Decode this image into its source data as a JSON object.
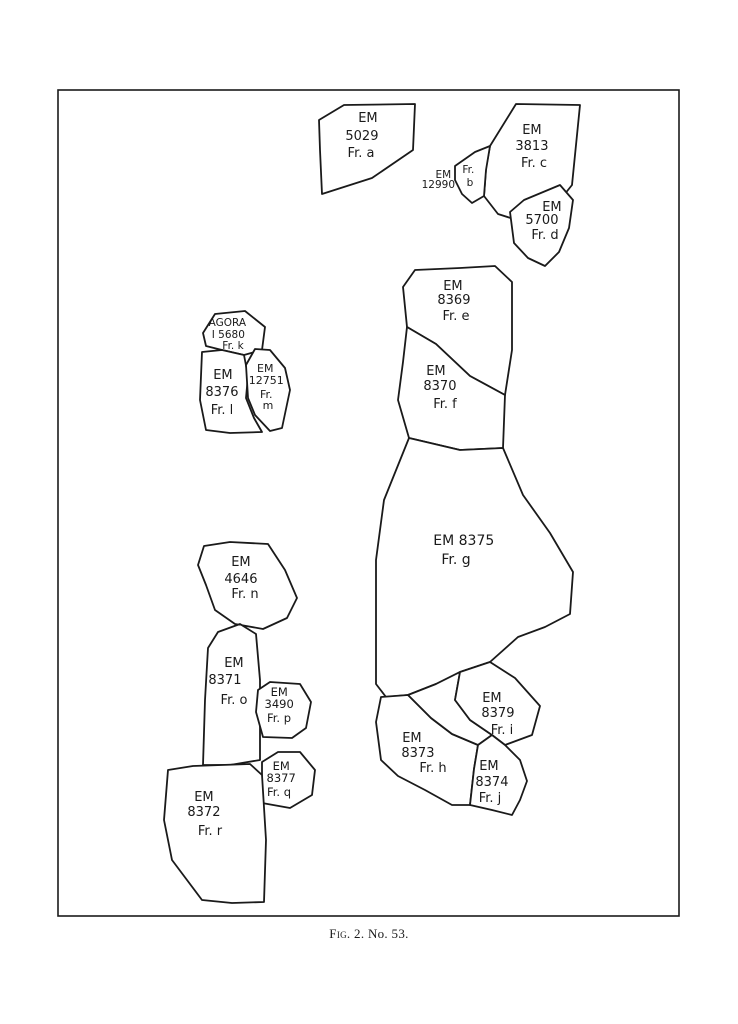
{
  "fragments": [
    {
      "id": "a",
      "lines": [
        "EM",
        "5029",
        "Fr. a"
      ]
    },
    {
      "id": "b",
      "lines": [
        "EM",
        "12990",
        "Fr.",
        "b"
      ]
    },
    {
      "id": "c",
      "lines": [
        "EM",
        "3813",
        "Fr. c"
      ]
    },
    {
      "id": "d",
      "lines": [
        "EM",
        "5700",
        "Fr. d"
      ]
    },
    {
      "id": "e",
      "lines": [
        "EM",
        "8369",
        "Fr. e"
      ]
    },
    {
      "id": "f",
      "lines": [
        "EM",
        "8370",
        "Fr. f"
      ]
    },
    {
      "id": "g",
      "lines": [
        "EM 8375",
        "Fr. g"
      ]
    },
    {
      "id": "h",
      "lines": [
        "EM",
        "8373",
        "Fr. h"
      ]
    },
    {
      "id": "i",
      "lines": [
        "EM",
        "8379",
        "Fr. i"
      ]
    },
    {
      "id": "j",
      "lines": [
        "EM",
        "8374",
        "Fr. j"
      ]
    },
    {
      "id": "k",
      "lines": [
        "AGORA",
        "I 5680",
        "Fr. k"
      ]
    },
    {
      "id": "l",
      "lines": [
        "EM",
        "8376",
        "Fr. l"
      ]
    },
    {
      "id": "m",
      "lines": [
        "EM",
        "12751",
        "Fr.",
        "m"
      ]
    },
    {
      "id": "n",
      "lines": [
        "EM",
        "4646",
        "Fr. n"
      ]
    },
    {
      "id": "o",
      "lines": [
        "EM",
        "8371",
        "Fr. o"
      ]
    },
    {
      "id": "p",
      "lines": [
        "EM",
        "3490",
        "Fr. p"
      ]
    },
    {
      "id": "q",
      "lines": [
        "EM",
        "8377",
        "Fr. q"
      ]
    },
    {
      "id": "r",
      "lines": [
        "EM",
        "8372",
        "Fr. r"
      ]
    }
  ],
  "caption": {
    "fig": "Fig. 2.",
    "number": "No. 53."
  }
}
